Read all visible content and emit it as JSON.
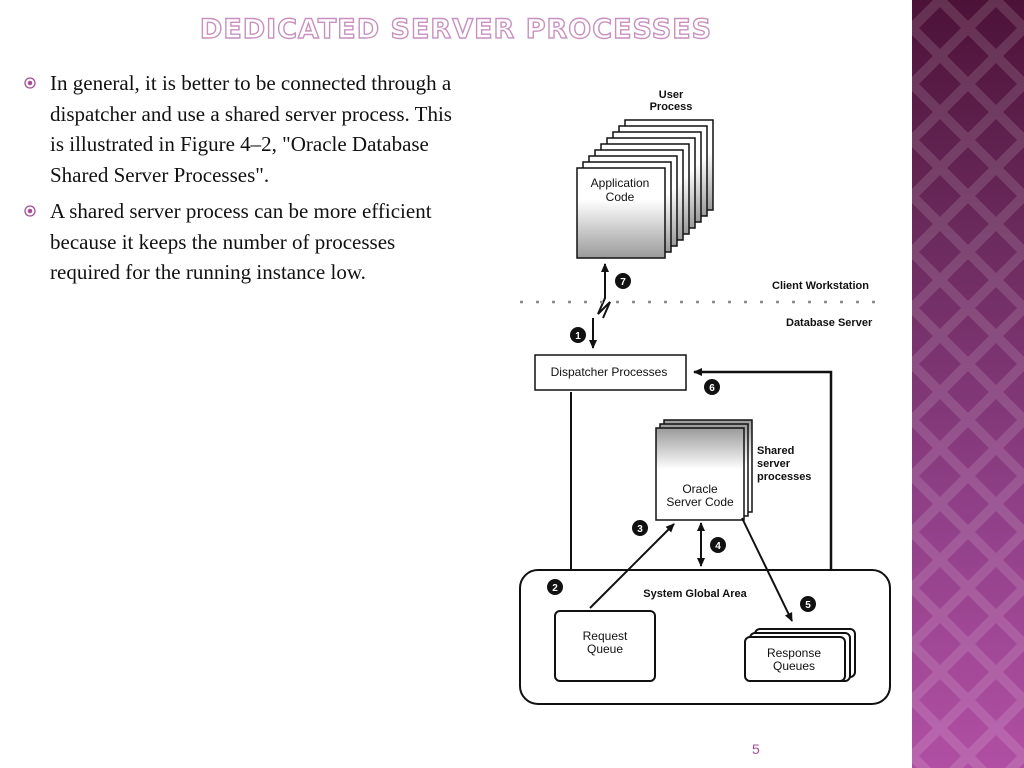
{
  "slide": {
    "title": "Dedicated server processes",
    "page_number": "5",
    "accent_color": "#a64f96",
    "sidebar_color": "#7a3470"
  },
  "bullets": [
    {
      "text": "In general, it is better to be connected through a dispatcher and use a shared server process. This is illustrated in Figure 4–2, \"Oracle Database Shared Server Processes\"."
    },
    {
      "text": "A shared server process can be more efficient because it keeps the number of processes required for the running instance low."
    }
  ],
  "diagram": {
    "user_process_line1": "User",
    "user_process_line2": "Process",
    "application_code_line1": "Application",
    "application_code_line2": "Code",
    "client_workstation": "Client Workstation",
    "database_server": "Database Server",
    "dispatcher_processes": "Dispatcher Processes",
    "shared_line1": "Shared",
    "shared_line2": "server",
    "shared_line3": "processes",
    "oracle_line1": "Oracle",
    "oracle_line2": "Server Code",
    "sga": "System Global Area",
    "request_line1": "Request",
    "request_line2": "Queue",
    "response_line1": "Response",
    "response_line2": "Queues",
    "steps": [
      "1",
      "2",
      "3",
      "4",
      "5",
      "6",
      "7"
    ]
  }
}
